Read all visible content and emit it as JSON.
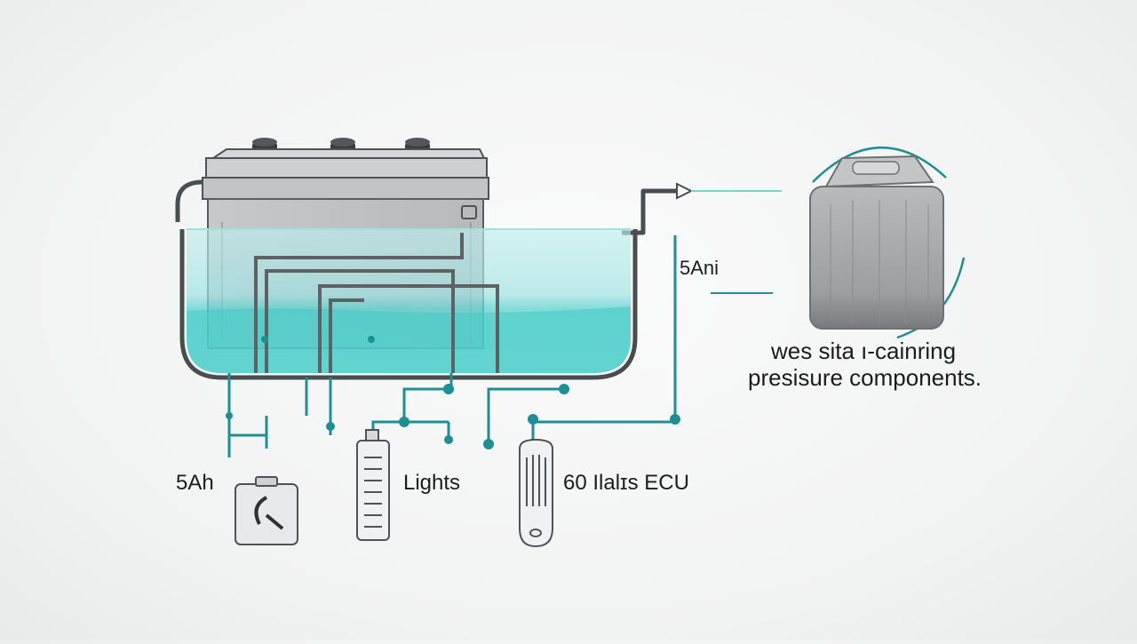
{
  "labels": {
    "current_rating": "5Ani",
    "caption_line1": "wes sita ı-cainring",
    "caption_line2": "presisure components.",
    "battery_label": "5Ah",
    "lights_label": "Lights",
    "ecu_label": "60 Ilalɪs ECU"
  },
  "icons": {
    "tank": "water-tank-icon",
    "battery": "car-battery-icon",
    "canister": "fuel-canister-icon",
    "gauge": "pressure-gauge-icon",
    "light_module": "light-module-icon",
    "ecu_module": "ecu-module-icon"
  },
  "colors": {
    "water": "#7fd6d6",
    "deep_water": "#3fc6c4",
    "wire": "#1f8f96",
    "outline": "#3a3d40",
    "battery_body": "#c9cacc"
  }
}
